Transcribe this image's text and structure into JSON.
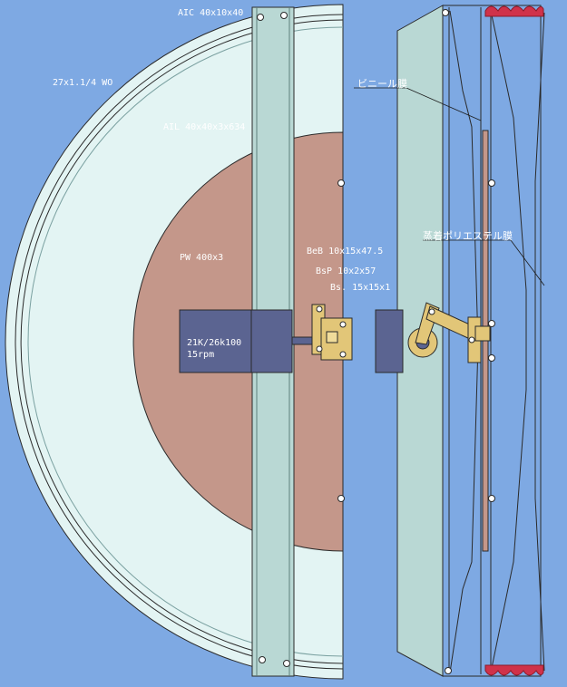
{
  "labels": {
    "aic": "AIC 40x10x40",
    "pipe": "27x1.1/4 WO",
    "ail": "AIL 40x40x3x634",
    "pw": "PW 400x3",
    "beb": "BeB 10x15x47.5",
    "bsp": "BsP 10x2x57",
    "bs": "Bs. 15x15x1",
    "motor_line1": "21K/26k100",
    "motor_line2": "15rpm",
    "vinyl": "ビニール膜",
    "polyester": "蒸着ポリエステル膜"
  },
  "colors": {
    "background": "#7ea9e3",
    "disc_fill": "#e3f4f3",
    "frame_fill": "#b9d8d4",
    "rotor_fill": "#c4978a",
    "motor_fill": "#5b6491",
    "bracket_fill": "#e2c678",
    "membrane_red": "#d0324a",
    "line": "#2a2a2a"
  }
}
